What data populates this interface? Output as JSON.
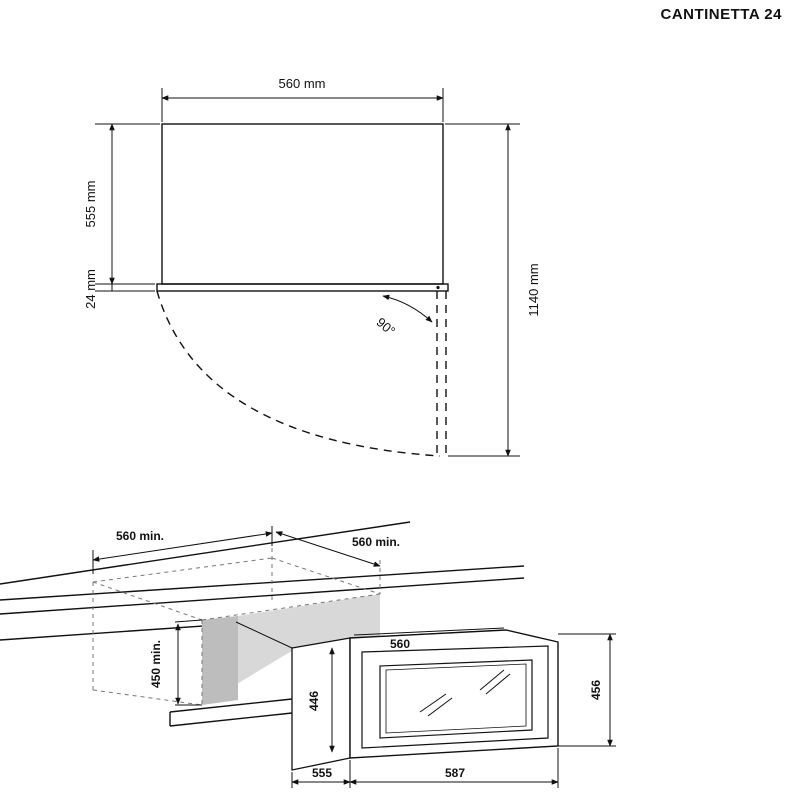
{
  "title": "CANTINETTA 24",
  "top_view": {
    "width_label": "560 mm",
    "depth_label": "555 mm",
    "door_label": "24 mm",
    "total_label": "1140 mm",
    "angle_label": "90°"
  },
  "niche_view": {
    "width_min_label": "560 min.",
    "depth_min_label": "560 min.",
    "height_min_label": "450 min.",
    "appliance_width_label": "560",
    "appliance_body_height_label": "446",
    "appliance_height_label": "456",
    "body_depth_label": "555",
    "front_width_label": "587"
  }
}
